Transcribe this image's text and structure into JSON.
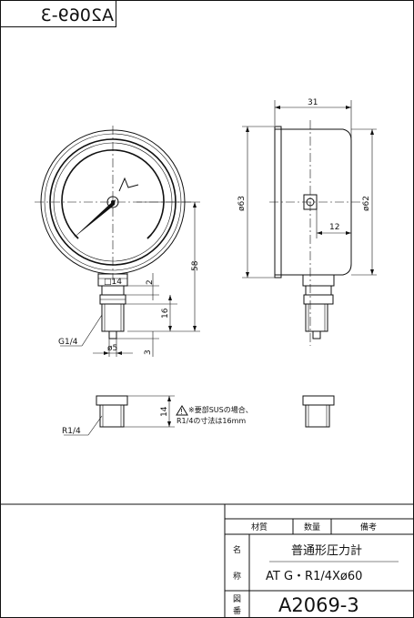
{
  "drawing_number_mirrored": "A2069-3",
  "front_view": {
    "square_dim": "□14",
    "g_thread": "G1/4",
    "phi5": "ø5",
    "dim_2": "2",
    "dim_16": "16",
    "dim_3": "3",
    "dim_58": "58"
  },
  "side_view": {
    "dim_31": "31",
    "dim_12": "12",
    "dim_phi63": "ø63",
    "dim_phi62": "ø62"
  },
  "detail": {
    "r_thread": "R1/4",
    "dim_14": "14",
    "note_line1": "※要部SUSの場合、",
    "note_line2": "R1/4の寸法は16mm"
  },
  "title_block": {
    "material_label": "材質",
    "quantity_label": "数量",
    "remarks_label": "備考",
    "name_char1": "名",
    "name_char2": "称",
    "name_line1": "普通形圧力計",
    "name_line2": "AT G・R1/4Xø60",
    "drawing_char1": "図",
    "drawing_char2": "番",
    "drawing_number": "A2069-3"
  }
}
